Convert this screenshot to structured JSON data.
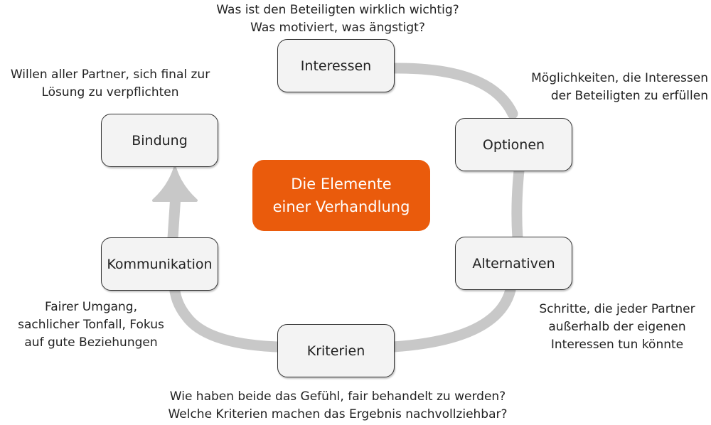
{
  "center": {
    "line1": "Die Elemente",
    "line2": "einer Verhandlung"
  },
  "nodes": {
    "interessen": "Interessen",
    "optionen": "Optionen",
    "alternativen": "Alternativen",
    "kriterien": "Kriterien",
    "kommunikation": "Kommunikation",
    "bindung": "Bindung"
  },
  "notes": {
    "interessen": [
      "Was ist den Beteiligten wirklich wichtig?",
      "Was motiviert, was ängstigt?"
    ],
    "optionen": [
      "Möglichkeiten, die Interessen",
      "der Beteiligten zu erfüllen"
    ],
    "alternativen": [
      "Schritte, die jeder Partner",
      "außerhalb der eigenen",
      "Interessen tun könnte"
    ],
    "kriterien": [
      "Wie haben beide das Gefühl, fair behandelt zu werden?",
      "Welche Kriterien machen das Ergebnis nachvollziehbar?"
    ],
    "kommunikation": [
      "Fairer Umgang,",
      "sachlicher Tonfall, Fokus",
      "auf gute Beziehungen"
    ],
    "bindung": [
      "Willen aller Partner, sich final zur",
      "Lösung zu verpflichten"
    ]
  },
  "colors": {
    "accent": "#ea5b0c",
    "arrow": "#c8c8c8",
    "node_fill": "#f3f3f3",
    "node_border": "#333333"
  }
}
